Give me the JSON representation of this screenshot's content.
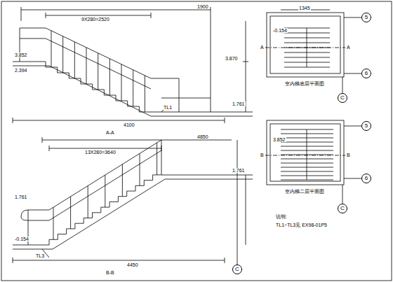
{
  "diagram": {
    "nodes": [
      {
        "text": [
          "5"
        ]
      },
      {
        "text": [
          "6"
        ]
      },
      {
        "text": [
          "C"
        ]
      },
      {
        "text": [
          "5"
        ]
      },
      {
        "text": [
          "6"
        ]
      },
      {
        "text": [
          "C"
        ]
      },
      {
        "text": [
          "C"
        ]
      }
    ],
    "labels": [
      "1900",
      "9X280=2520",
      "3.852",
      "2.394",
      "3.870",
      "1.761",
      "4100",
      "TL1",
      "A-A",
      "13X280=3640",
      "4850",
      "1.761",
      "-0.154",
      "1.761",
      "4450",
      "B-B",
      "TL3",
      "A",
      "A",
      "-0.154",
      "1345",
      "B",
      "B",
      "3.852",
      "室内梯底层平面图",
      "室内梯二层平面图",
      "说明:",
      "TL1~TL3见 EX98-01P5"
    ]
  }
}
